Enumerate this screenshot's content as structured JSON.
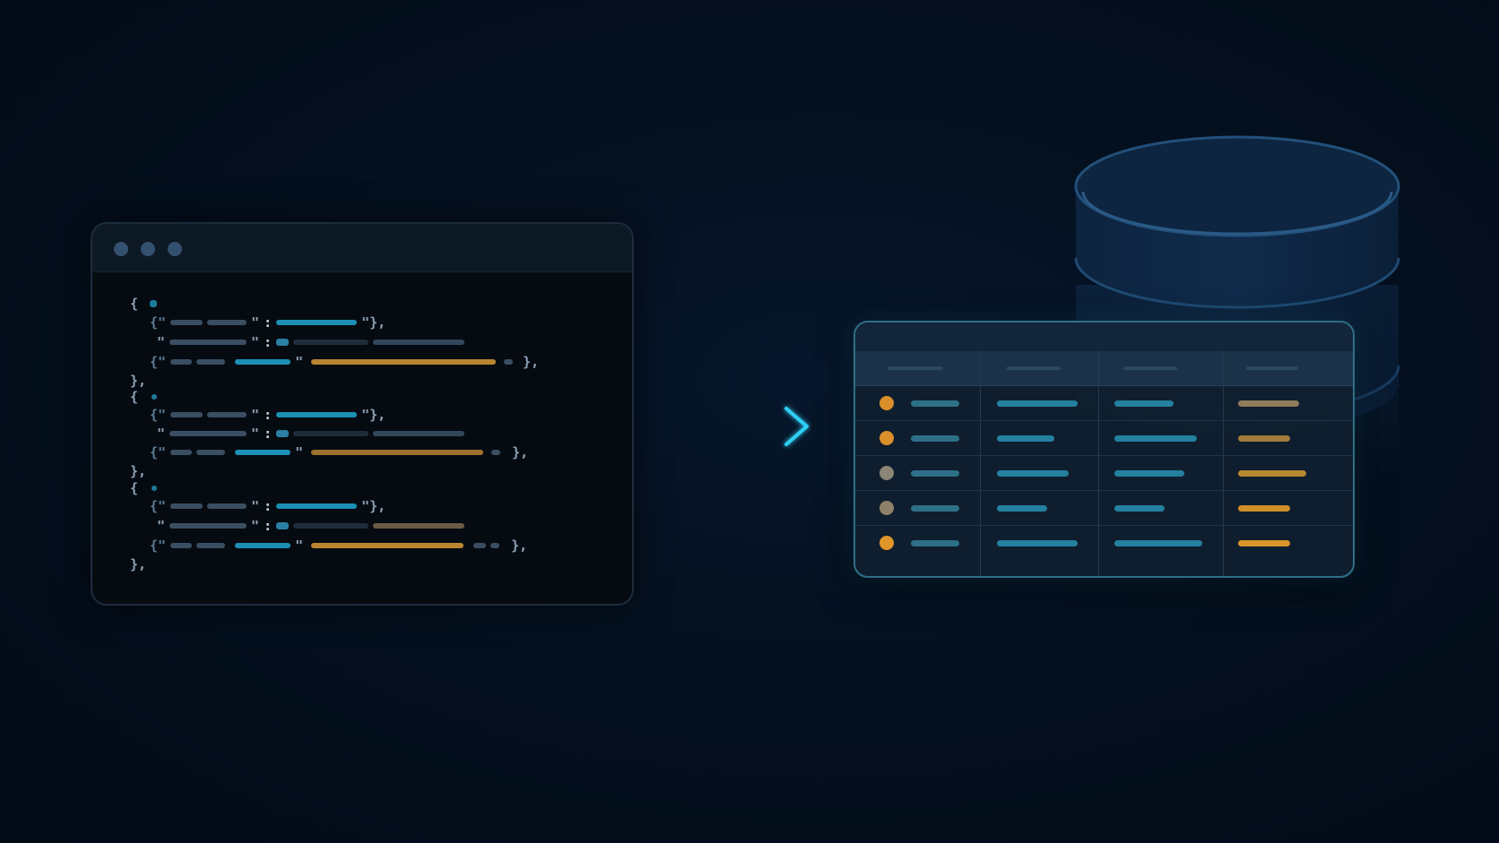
{
  "code_window": {
    "controls": [
      "close",
      "minimize",
      "maximize"
    ],
    "punctuation": {
      "open_brace": "{",
      "close_brace_comma": "},",
      "quote_open": "{\"",
      "quote": "\"",
      "colon": ":",
      "end_pair": "\"},",
      "end_line": "},"
    }
  },
  "table": {
    "columns": 4,
    "row_markers": [
      {
        "status_color": "#d9902a"
      },
      {
        "status_color": "#d9902a"
      },
      {
        "status_color": "#8a8574"
      },
      {
        "status_color": "#8f8169"
      },
      {
        "status_color": "#e0952a"
      }
    ]
  },
  "colors": {
    "background": "#04101f",
    "accent_cyan": "#27c4ee",
    "code_key": "#1d8fb5",
    "code_value_orange": "#b98531",
    "code_muted": "#3a4e62",
    "table_border": "#2f6f86"
  },
  "icons": {
    "flow": "arrow-right-icon",
    "storage": "database-icon"
  }
}
